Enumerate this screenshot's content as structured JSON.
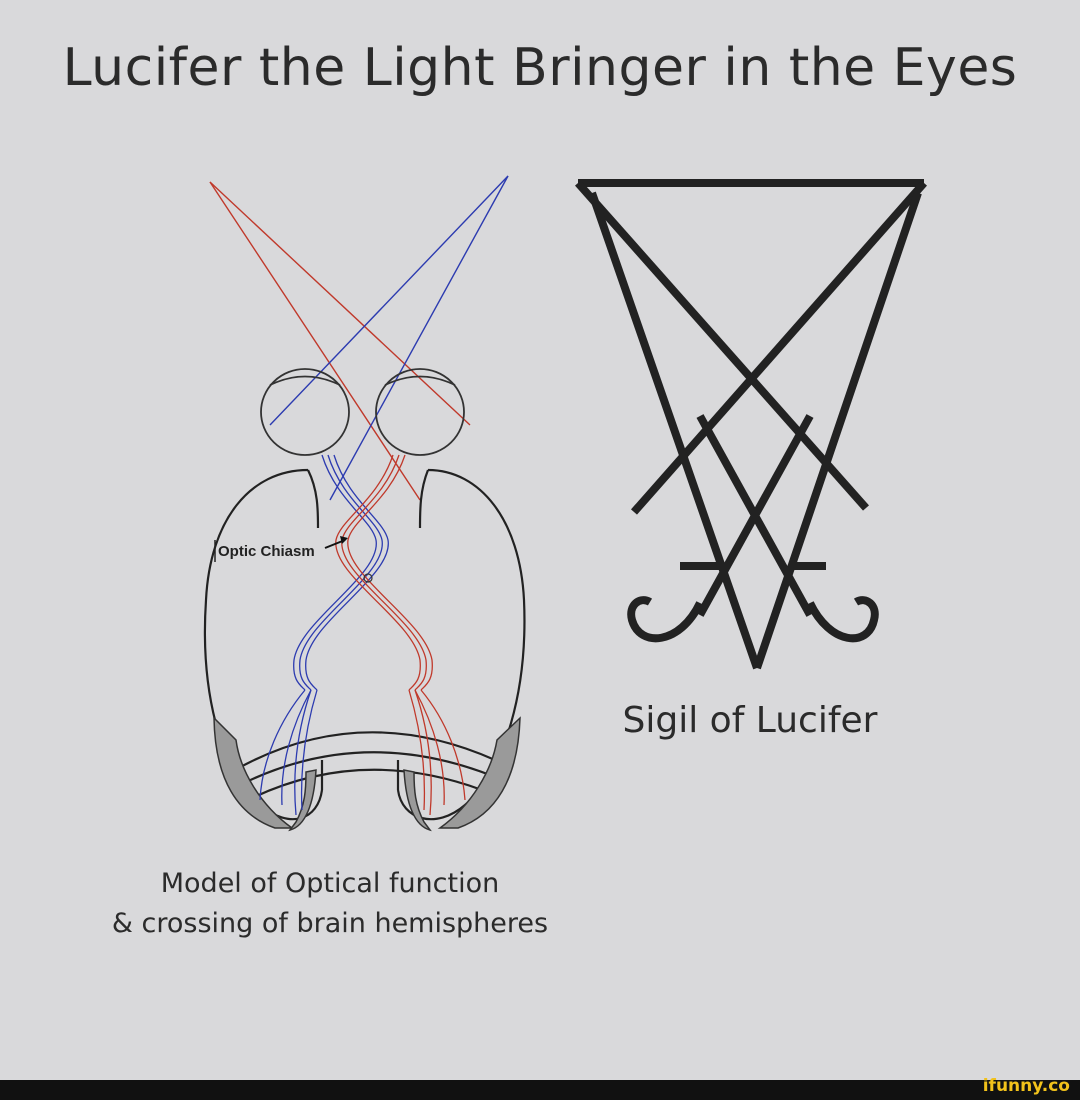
{
  "title": "Lucifer the Light Bringer in the Eyes",
  "brain_diagram": {
    "label_optic_chiasm": "Optic Chiasm",
    "caption_line1": "Model of Optical function",
    "caption_line2": "& crossing of brain hemispheres"
  },
  "sigil": {
    "caption": "Sigil of Lucifer"
  },
  "watermark": "ifunny.co",
  "colors": {
    "background": "#d9d9db",
    "text": "#2b2b2b",
    "red_ray": "#c0392b",
    "blue_ray": "#2c3bb0",
    "sigil_stroke": "#222222",
    "watermark": "#f2c21b"
  }
}
